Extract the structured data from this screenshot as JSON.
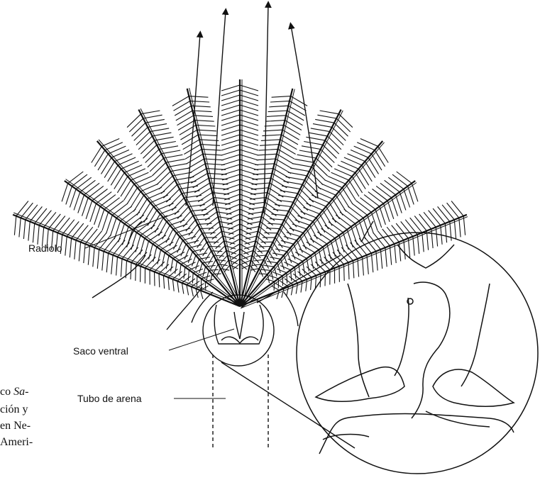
{
  "labels": {
    "radiolo": "Radiolo",
    "saco_ventral": "Saco ventral",
    "tubo_de_arena": "Tubo de arena"
  },
  "caption_fragments": {
    "line1_prefix": "co ",
    "line1_italic": "Sa-",
    "line2": "ción y",
    "line3": "en Ne-",
    "line4": "Ameri-"
  },
  "colors": {
    "ink": "#111111",
    "background": "#ffffff"
  },
  "structure": {
    "radioles": 11,
    "magnified_view": "base of crown with ventral sac",
    "arrows": "water current flowing upward"
  }
}
